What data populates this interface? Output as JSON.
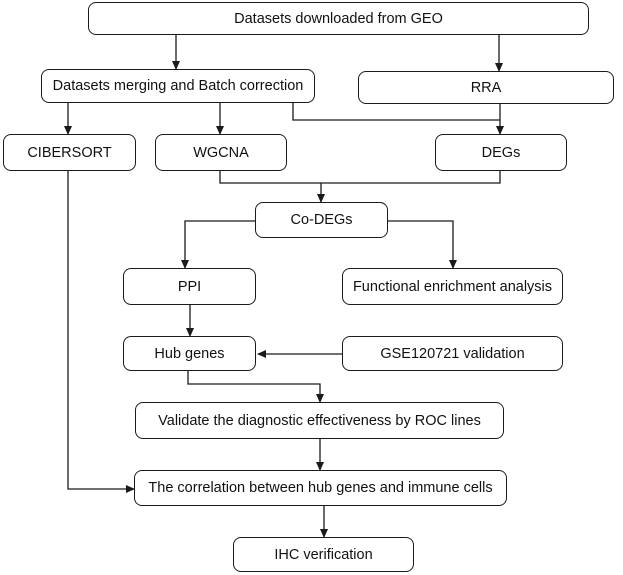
{
  "nodes": {
    "geo": "Datasets downloaded from GEO",
    "merge": "Datasets merging and Batch correction",
    "rra": "RRA",
    "cibersort": "CIBERSORT",
    "wgcna": "WGCNA",
    "degs": "DEGs",
    "codegs": "Co-DEGs",
    "ppi": "PPI",
    "enrich": "Functional enrichment analysis",
    "hub": "Hub genes",
    "gse": "GSE120721 validation",
    "roc": "Validate the diagnostic effectiveness by ROC lines",
    "corr": "The correlation between hub genes and immune cells",
    "ihc": "IHC verification"
  },
  "colors": {
    "stroke": "#1a1a1a",
    "fill": "#ffffff",
    "text": "#111111"
  }
}
